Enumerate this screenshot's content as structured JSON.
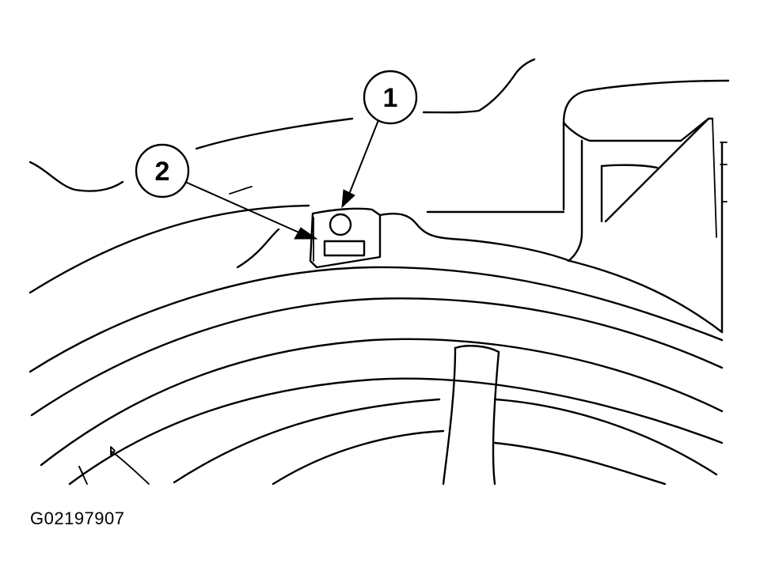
{
  "diagram": {
    "callouts": [
      {
        "number": "1"
      },
      {
        "number": "2"
      }
    ],
    "figure_id": "G02197907"
  },
  "colors": {
    "ink": "#000000",
    "background": "#ffffff"
  }
}
